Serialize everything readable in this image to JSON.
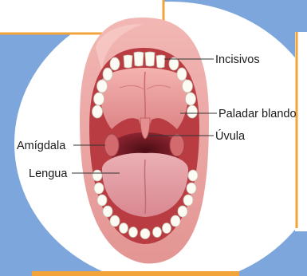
{
  "labels": {
    "incisivos": "Incisivos",
    "paladar_blando": "Paladar blando",
    "uvula": "Úvula",
    "amigdala": "Amígdala",
    "lengua": "Lengua"
  },
  "colors": {
    "background": "#7da6dc",
    "card": "#ffffff",
    "card_border": "#f2a33a",
    "lips": "#e9a3a2",
    "mouth_interior": "#b83c42",
    "palate": "#e99a98",
    "tongue": "#e39aa0",
    "teeth": "#fbfbf4"
  }
}
